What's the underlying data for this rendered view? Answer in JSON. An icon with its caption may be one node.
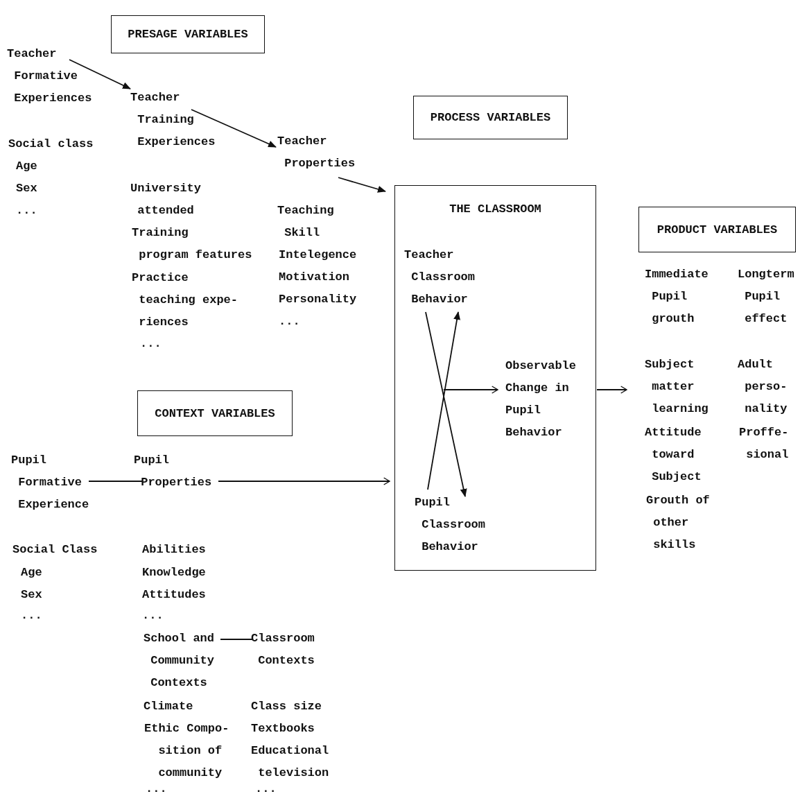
{
  "diagram": {
    "nodes": [
      {
        "text": [
          "PRESAGE VARIABLES"
        ]
      },
      {
        "text": [
          "Teacher Formative Experiences"
        ]
      },
      {
        "text": [
          "Teacher Training Experiences"
        ]
      },
      {
        "text": [
          "Teacher Properties"
        ]
      },
      {
        "text": [
          "PROCESS VARIABLES"
        ]
      },
      {
        "text": [
          "THE CLASSROOM"
        ]
      },
      {
        "text": [
          "Teacher Classroom Behavior"
        ],
        "in": 5
      },
      {
        "text": [
          "Observable Change in Pupil Behavior"
        ],
        "in": 5
      },
      {
        "text": [
          "Pupil Classroom Behavior"
        ],
        "in": 5
      },
      {
        "text": [
          "PRODUCT VARIABLES"
        ]
      },
      {
        "text": [
          "Subject matter learning"
        ]
      },
      {
        "text": [
          "CONTEXT VARIABLES"
        ]
      },
      {
        "text": [
          "Pupil Formative Experience"
        ]
      },
      {
        "text": [
          "Pupil Properties"
        ]
      },
      {
        "text": [
          "School and Community Contexts"
        ]
      },
      {
        "text": [
          "Classroom Contexts"
        ]
      }
    ],
    "edges": [
      {
        "from": 1,
        "to": 2,
        "arrow": "to"
      },
      {
        "from": 2,
        "to": 3,
        "arrow": "to"
      },
      {
        "from": 3,
        "to": 5,
        "arrow": "to"
      },
      {
        "from": 6,
        "to": 8,
        "arrow": "to"
      },
      {
        "from": 8,
        "to": 6,
        "arrow": "to"
      },
      {
        "from": null,
        "to": 7,
        "arrow": "to"
      },
      {
        "from": 5,
        "to": 10,
        "arrow": "to"
      },
      {
        "from": 12,
        "to": 13,
        "arrow": "none"
      },
      {
        "from": 13,
        "to": 5,
        "arrow": "to"
      },
      {
        "from": 14,
        "to": 15,
        "arrow": "none"
      }
    ],
    "labels": [
      "Social class",
      "Age",
      "Sex",
      "...",
      "University attended",
      "Training program features",
      "Practice teaching expe- riences",
      "...",
      "Teaching Skill",
      "Intelegence",
      "Motivation",
      "Personality",
      "...",
      "Immediate Pupil grouth",
      "Longterm Pupil effect",
      "Attitude toward Subject",
      "Grouth of other skills",
      "Adult perso- nality",
      "Proffe- sional",
      "Social Class",
      "Age",
      "Sex",
      "...",
      "Abilities",
      "Knowledge",
      "Attitudes",
      "...",
      "Climate",
      "Ethic Compo- sition of community",
      "...",
      "Class size",
      "Textbooks",
      "Educational television",
      "..."
    ]
  }
}
